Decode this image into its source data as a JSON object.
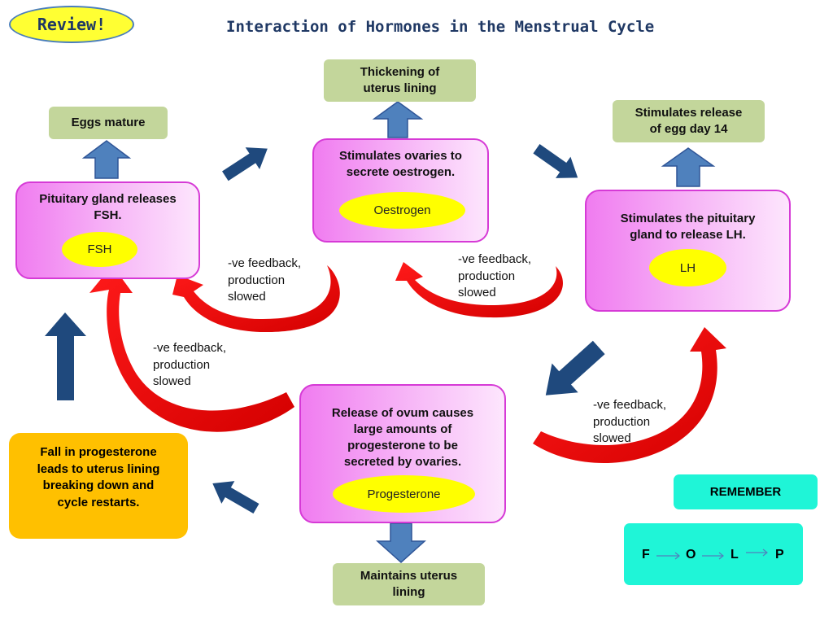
{
  "header": {
    "badge": "Review!",
    "title": "Interaction of Hormones in the Menstrual Cycle"
  },
  "nodes": {
    "pituitary": {
      "text": [
        "Pituitary gland releases",
        "FSH."
      ],
      "hormone": "FSH"
    },
    "ovaries": {
      "text": [
        "Stimulates ovaries to",
        "secrete oestrogen."
      ],
      "hormone": "Oestrogen"
    },
    "lh": {
      "text": [
        "Stimulates the pituitary",
        "gland to release LH."
      ],
      "hormone": "LH"
    },
    "ovum": {
      "text": [
        "Release of ovum causes",
        "large amounts of",
        "progesterone to be",
        "secreted by ovaries."
      ],
      "hormone": "Progesterone"
    },
    "eggs_mature": "Eggs mature",
    "thickening": [
      "Thickening of",
      "uterus lining"
    ],
    "egg_release": [
      "Stimulates release",
      "of egg day 14"
    ],
    "maintains": [
      "Maintains  uterus",
      "lining"
    ],
    "fall": [
      "Fall in progesterone",
      "leads to uterus lining",
      "breaking down and",
      "cycle restarts."
    ]
  },
  "feedback": {
    "a": [
      "-ve feedback,",
      "production",
      "slowed"
    ],
    "b": [
      "-ve feedback,",
      "production",
      "slowed"
    ],
    "c": [
      "-ve feedback,",
      "production",
      "slowed"
    ],
    "d": [
      "-ve feedback,",
      "production",
      "slowed"
    ]
  },
  "remember": {
    "label": "REMEMBER",
    "letters": [
      "F",
      "O",
      "L",
      "P"
    ]
  },
  "colors": {
    "pink_border": "#d63ad6",
    "green_box": "#c3d69b",
    "blue_arrow": "#4f81bd",
    "navy_arrow": "#1f497d",
    "red_arrow": "#ff0000",
    "cyan_box": "#1ff5d7",
    "orange_box": "#ffc000",
    "oval": "#ffff00"
  }
}
